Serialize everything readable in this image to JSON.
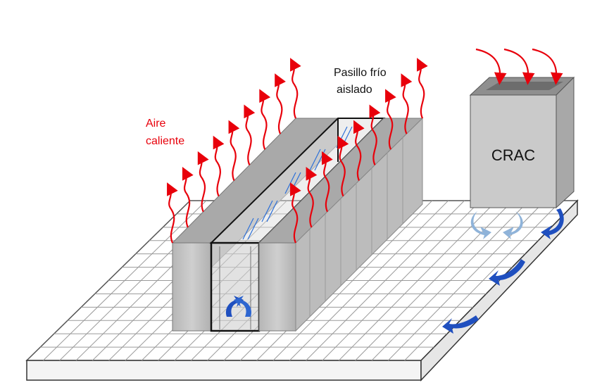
{
  "labels": {
    "hot_air_line1": "Aire",
    "hot_air_line2": "caliente",
    "cold_aisle_line1": "Pasillo frío",
    "cold_aisle_line2": "aislado",
    "crac": "CRAC"
  },
  "colors": {
    "hot_air": "#e8000b",
    "cold_air": "#1f4fbf",
    "cold_air_light": "#8fb3d9",
    "rack_face": "#c0c0c0",
    "rack_top": "#a9a9a9",
    "floor": "#ffffff",
    "floor_grid": "#9a9a9a"
  },
  "icons": [
    "hot-air-arrow-icon",
    "cold-air-arrow-icon",
    "return-air-arrow-icon"
  ]
}
